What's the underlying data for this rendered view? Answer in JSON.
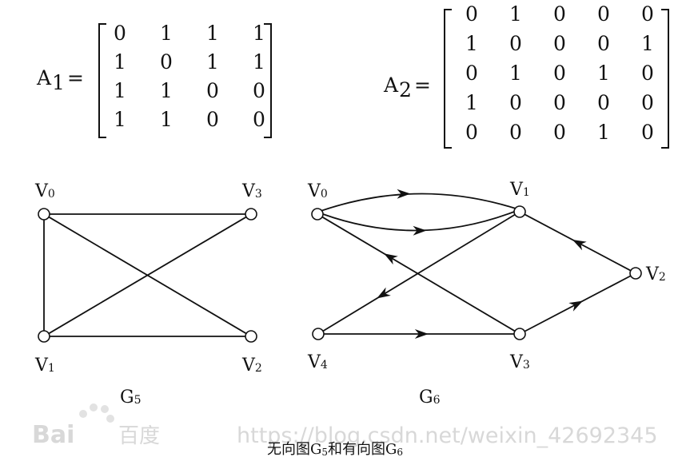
{
  "matrix_a1": {
    "name": "A",
    "subscript": "1",
    "rows": [
      [
        "0",
        "1",
        "1",
        "1"
      ],
      [
        "1",
        "0",
        "1",
        "1"
      ],
      [
        "1",
        "1",
        "0",
        "0"
      ],
      [
        "1",
        "1",
        "0",
        "0"
      ]
    ]
  },
  "matrix_a2": {
    "name": "A",
    "subscript": "2",
    "rows": [
      [
        "0",
        "1",
        "0",
        "0",
        "0"
      ],
      [
        "1",
        "0",
        "0",
        "0",
        "1"
      ],
      [
        "0",
        "1",
        "0",
        "1",
        "0"
      ],
      [
        "1",
        "0",
        "0",
        "0",
        "0"
      ],
      [
        "0",
        "0",
        "0",
        "1",
        "0"
      ]
    ]
  },
  "graph_g5": {
    "caption_letter": "G",
    "caption_sub": "5",
    "vertices": [
      {
        "id": "v0",
        "letter": "V",
        "sub": "0"
      },
      {
        "id": "v1",
        "letter": "V",
        "sub": "1"
      },
      {
        "id": "v2",
        "letter": "V",
        "sub": "2"
      },
      {
        "id": "v3",
        "letter": "V",
        "sub": "3"
      }
    ],
    "edges": [
      [
        "v0",
        "v3"
      ],
      [
        "v0",
        "v1"
      ],
      [
        "v0",
        "v2"
      ],
      [
        "v1",
        "v3"
      ],
      [
        "v1",
        "v2"
      ]
    ]
  },
  "graph_g6": {
    "caption_letter": "G",
    "caption_sub": "6",
    "vertices": [
      {
        "id": "v0",
        "letter": "V",
        "sub": "0"
      },
      {
        "id": "v1",
        "letter": "V",
        "sub": "1"
      },
      {
        "id": "v2",
        "letter": "V",
        "sub": "2"
      },
      {
        "id": "v3",
        "letter": "V",
        "sub": "3"
      },
      {
        "id": "v4",
        "letter": "V",
        "sub": "4"
      }
    ],
    "arcs": [
      [
        "v0",
        "v1"
      ],
      [
        "v1",
        "v0"
      ],
      [
        "v2",
        "v1"
      ],
      [
        "v3",
        "v0"
      ],
      [
        "v3",
        "v2"
      ],
      [
        "v1",
        "v4"
      ],
      [
        "v4",
        "v3"
      ]
    ]
  },
  "caption": {
    "part1": "无向图G",
    "sub1": "5",
    "part2": "和有向图G",
    "sub2": "6"
  },
  "watermark": {
    "logo": "Bai",
    "logo_tail": "百度",
    "url": "https://blog.csdn.net/weixin_42692345"
  }
}
